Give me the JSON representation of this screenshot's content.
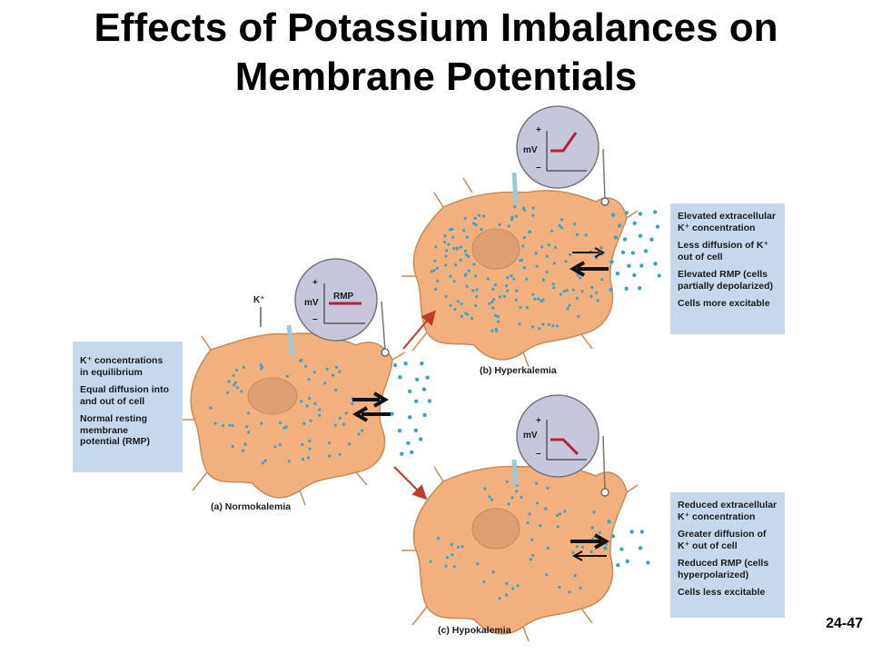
{
  "title_line1": "Effects of Potassium Imbalances on",
  "title_line2": "Membrane Potentials",
  "slide_number": "24-47",
  "colors": {
    "cell_fill": "#f2b07e",
    "cell_stroke": "#c98a58",
    "nucleus": "#dd9e72",
    "ion": "#3aa3c9",
    "meter_fill": "#c7c7dc",
    "trace": "#b3243a",
    "red_arrow": "#c0392b",
    "box": "#c7d8ec"
  },
  "normo": {
    "caption": "(a) Normokalemia",
    "ion_label": "K⁺",
    "meter_plus": "+",
    "meter_mv": "mV",
    "meter_minus": "–",
    "meter_rmp": "RMP",
    "box_lines": [
      "K⁺ concentrations\nin equilibrium",
      "Equal diffusion into\nand out of cell",
      "Normal resting\nmembrane\npotential (RMP)"
    ]
  },
  "hyper": {
    "caption": "(b) Hyperkalemia",
    "meter_plus": "+",
    "meter_mv": "mV",
    "meter_minus": "–",
    "box_lines": [
      "Elevated extracellular\nK⁺ concentration",
      "Less diffusion of K⁺\nout of cell",
      "Elevated RMP  (cells\npartially depolarized)",
      "Cells more excitable"
    ]
  },
  "hypo": {
    "caption": "(c) Hypokalemia",
    "meter_plus": "+",
    "meter_mv": "mV",
    "meter_minus": "–",
    "box_lines": [
      "Reduced extracellular\nK⁺ concentration",
      "Greater diffusion of\nK⁺ out of cell",
      "Reduced RMP  (cells\nhyperpolarized)",
      "Cells less excitable"
    ]
  }
}
